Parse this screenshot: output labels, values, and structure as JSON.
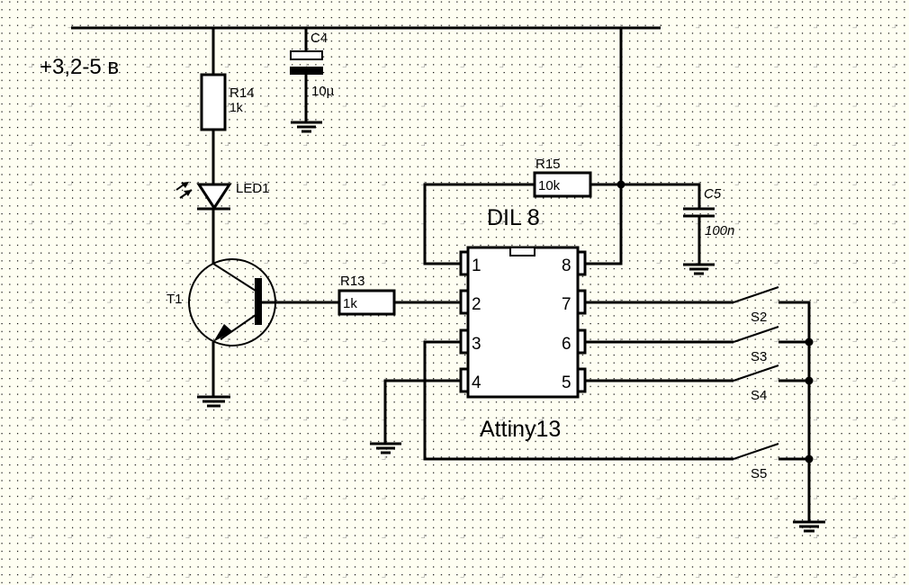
{
  "schematic": {
    "supply_label": "+3,2-5 в",
    "components": {
      "R14": {
        "ref": "R14",
        "value": "1k"
      },
      "C4": {
        "ref": "C4",
        "value": "10µ"
      },
      "LED1": {
        "ref": "LED1"
      },
      "T1": {
        "ref": "T1"
      },
      "R13": {
        "ref": "R13",
        "value": "1k"
      },
      "R15": {
        "ref": "R15",
        "value": "10k"
      },
      "C5": {
        "ref": "C5",
        "value": "100n"
      },
      "IC": {
        "package": "DIL 8",
        "part": "Attiny13",
        "pins": [
          "1",
          "2",
          "3",
          "4",
          "5",
          "6",
          "7",
          "8"
        ]
      },
      "S2": {
        "ref": "S2"
      },
      "S3": {
        "ref": "S3"
      },
      "S4": {
        "ref": "S4"
      },
      "S5": {
        "ref": "S5"
      }
    }
  }
}
